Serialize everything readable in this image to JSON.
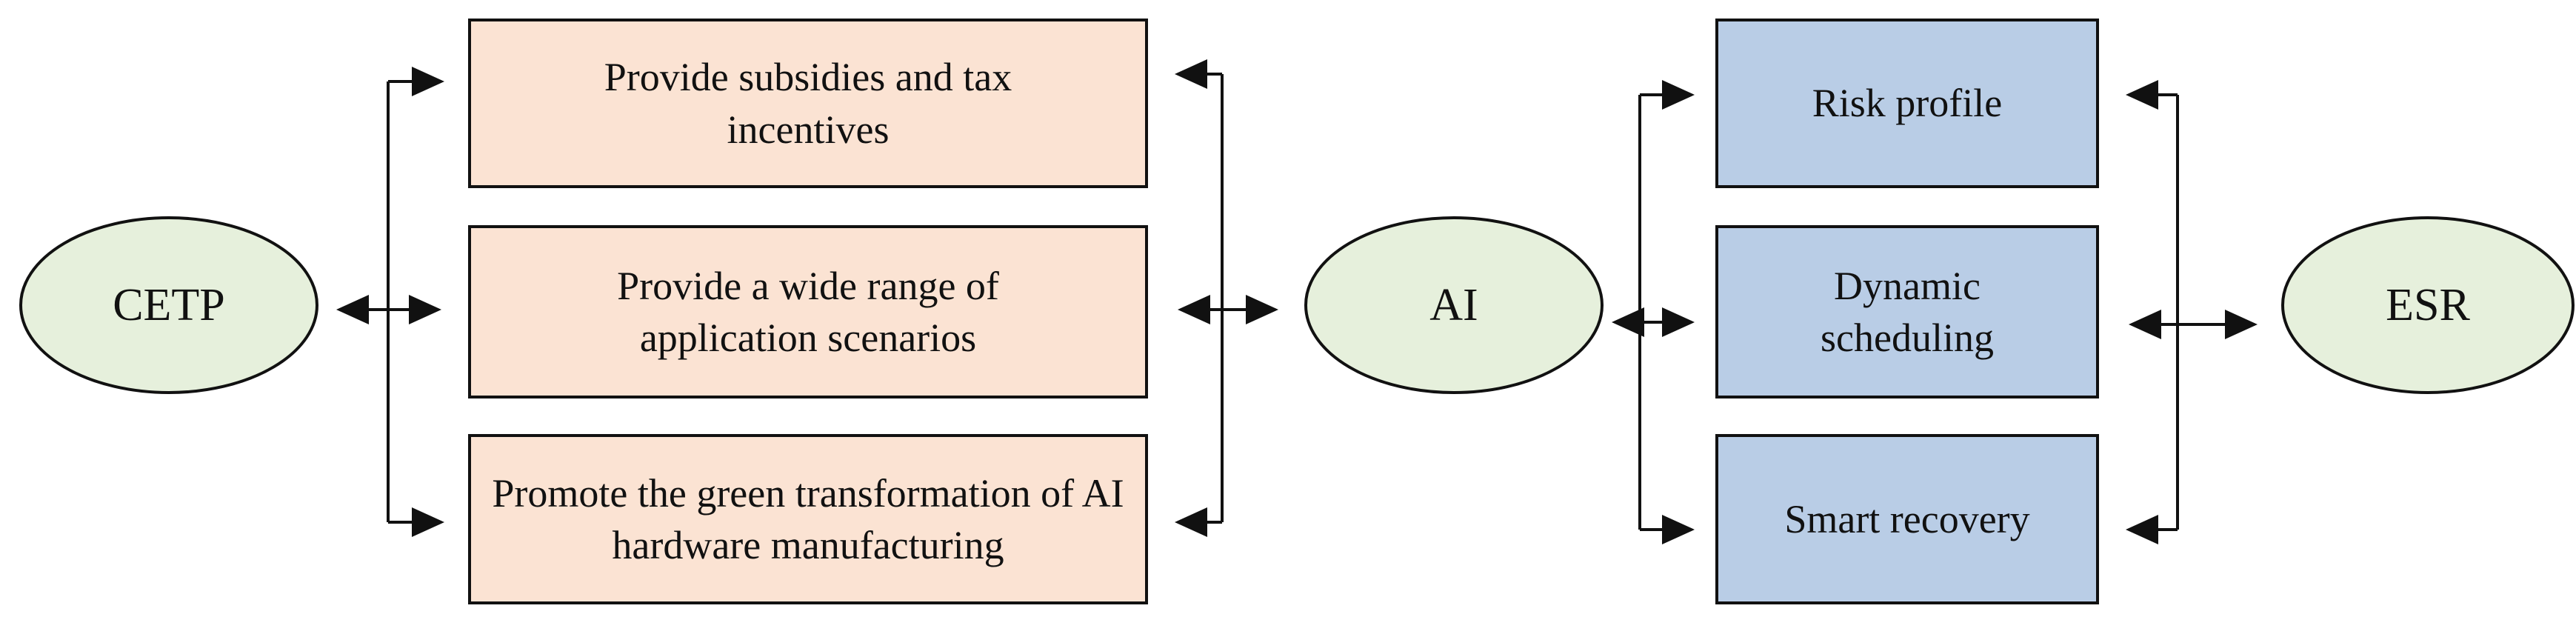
{
  "nodes": {
    "cetp": "CETP",
    "ai": "AI",
    "esr": "ESR"
  },
  "policies": [
    "Provide subsidies and tax incentives",
    "Provide a wide range of application scenarios",
    "Promote the green transformation of AI hardware manufacturing"
  ],
  "functions": [
    "Risk profile",
    "Dynamic scheduling",
    "Smart recovery"
  ],
  "colors": {
    "ellipse_fill": "#e6f0dc",
    "policy_fill": "#fbe3d3",
    "function_fill": "#b9cde6",
    "stroke": "#111111"
  }
}
